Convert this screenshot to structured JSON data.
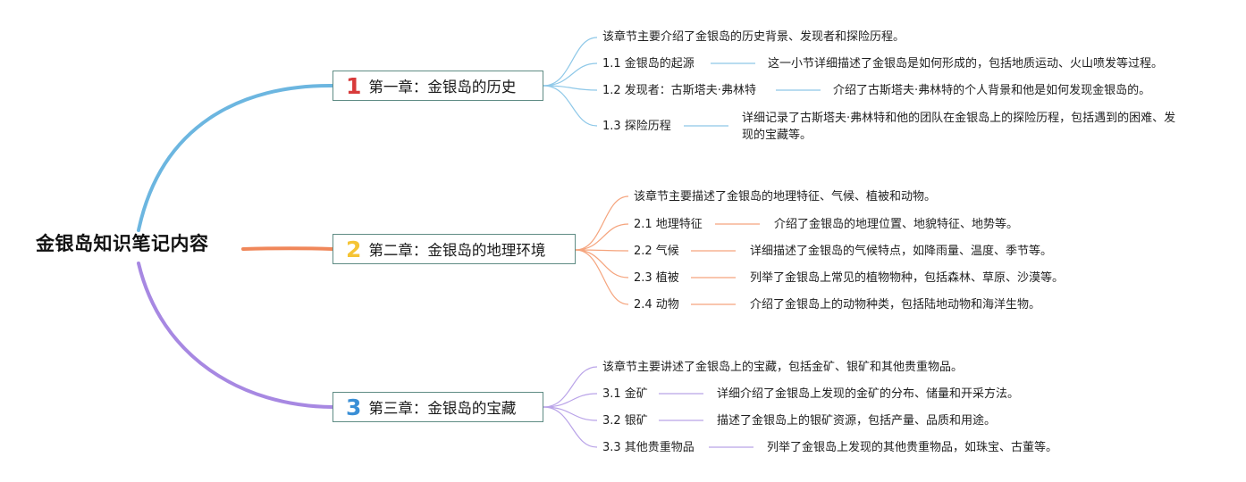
{
  "root": {
    "title": "金银岛知识笔记内容"
  },
  "colors": {
    "ch1": "#6cb6e0",
    "ch2": "#f0875a",
    "ch3": "#a788e2",
    "num1": "#d83a3a",
    "num2": "#f5c435",
    "num3": "#3a8fd6",
    "border": "#5f8c84"
  },
  "chapters": [
    {
      "num": "1",
      "title": "第一章：金银岛的历史",
      "intro": "该章节主要介绍了金银岛的历史背景、发现者和探险历程。",
      "items": [
        {
          "label": "1.1 金银岛的起源",
          "desc": "这一小节详细描述了金银岛是如何形成的，包括地质运动、火山喷发等过程。"
        },
        {
          "label": "1.2 发现者：古斯塔夫·弗林特",
          "desc": "介绍了古斯塔夫·弗林特的个人背景和他是如何发现金银岛的。"
        },
        {
          "label": "1.3 探险历程",
          "desc": "详细记录了古斯塔夫·弗林特和他的团队在金银岛上的探险历程，包括遇到的困难、发现的宝藏等。"
        }
      ]
    },
    {
      "num": "2",
      "title": "第二章：金银岛的地理环境",
      "intro": "该章节主要描述了金银岛的地理特征、气候、植被和动物。",
      "items": [
        {
          "label": "2.1 地理特征",
          "desc": "介绍了金银岛的地理位置、地貌特征、地势等。"
        },
        {
          "label": "2.2 气候",
          "desc": "详细描述了金银岛的气候特点，如降雨量、温度、季节等。"
        },
        {
          "label": "2.3 植被",
          "desc": "列举了金银岛上常见的植物物种，包括森林、草原、沙漠等。"
        },
        {
          "label": "2.4 动物",
          "desc": "介绍了金银岛上的动物种类，包括陆地动物和海洋生物。"
        }
      ]
    },
    {
      "num": "3",
      "title": "第三章：金银岛的宝藏",
      "intro": "该章节主要讲述了金银岛上的宝藏，包括金矿、银矿和其他贵重物品。",
      "items": [
        {
          "label": "3.1 金矿",
          "desc": "详细介绍了金银岛上发现的金矿的分布、储量和开采方法。"
        },
        {
          "label": "3.2 银矿",
          "desc": "描述了金银岛上的银矿资源，包括产量、品质和用途。"
        },
        {
          "label": "3.3 其他贵重物品",
          "desc": "列举了金银岛上发现的其他贵重物品，如珠宝、古董等。"
        }
      ]
    }
  ]
}
